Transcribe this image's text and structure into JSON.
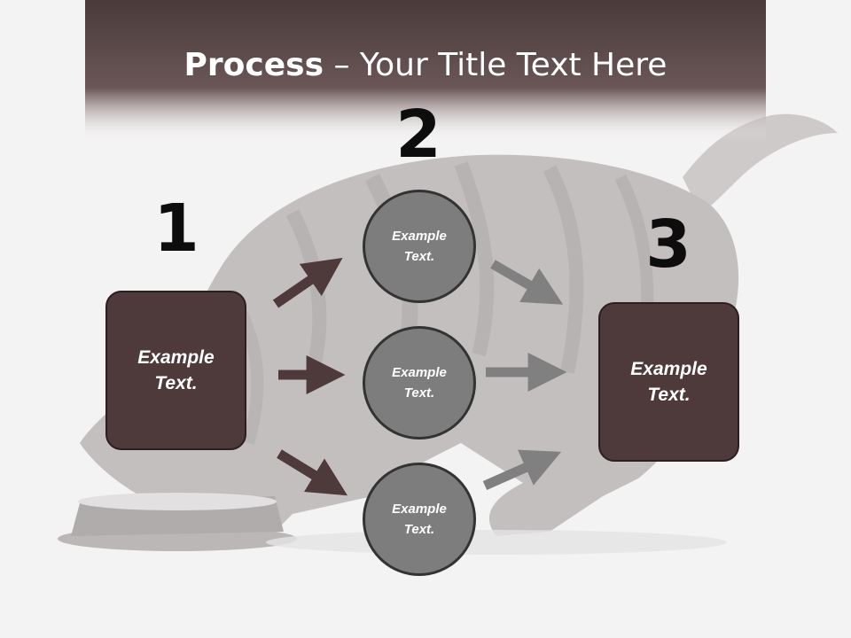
{
  "title": {
    "bold": "Process",
    "rest": " – Your Title Text Here"
  },
  "steps": [
    {
      "number": "1"
    },
    {
      "number": "2"
    },
    {
      "number": "3"
    }
  ],
  "left_box": {
    "text": "Example\nText."
  },
  "right_box": {
    "text": "Example\nText."
  },
  "circles": [
    {
      "text": "Example\nText."
    },
    {
      "text": "Example\nText."
    },
    {
      "text": "Example\nText."
    }
  ],
  "colors": {
    "title_bar": "#5e4a4a",
    "box_fill": "#4e3a3a",
    "circle_fill": "#7d7d7d",
    "arrow_dark": "#4e3a3a",
    "arrow_gray": "#808080"
  }
}
